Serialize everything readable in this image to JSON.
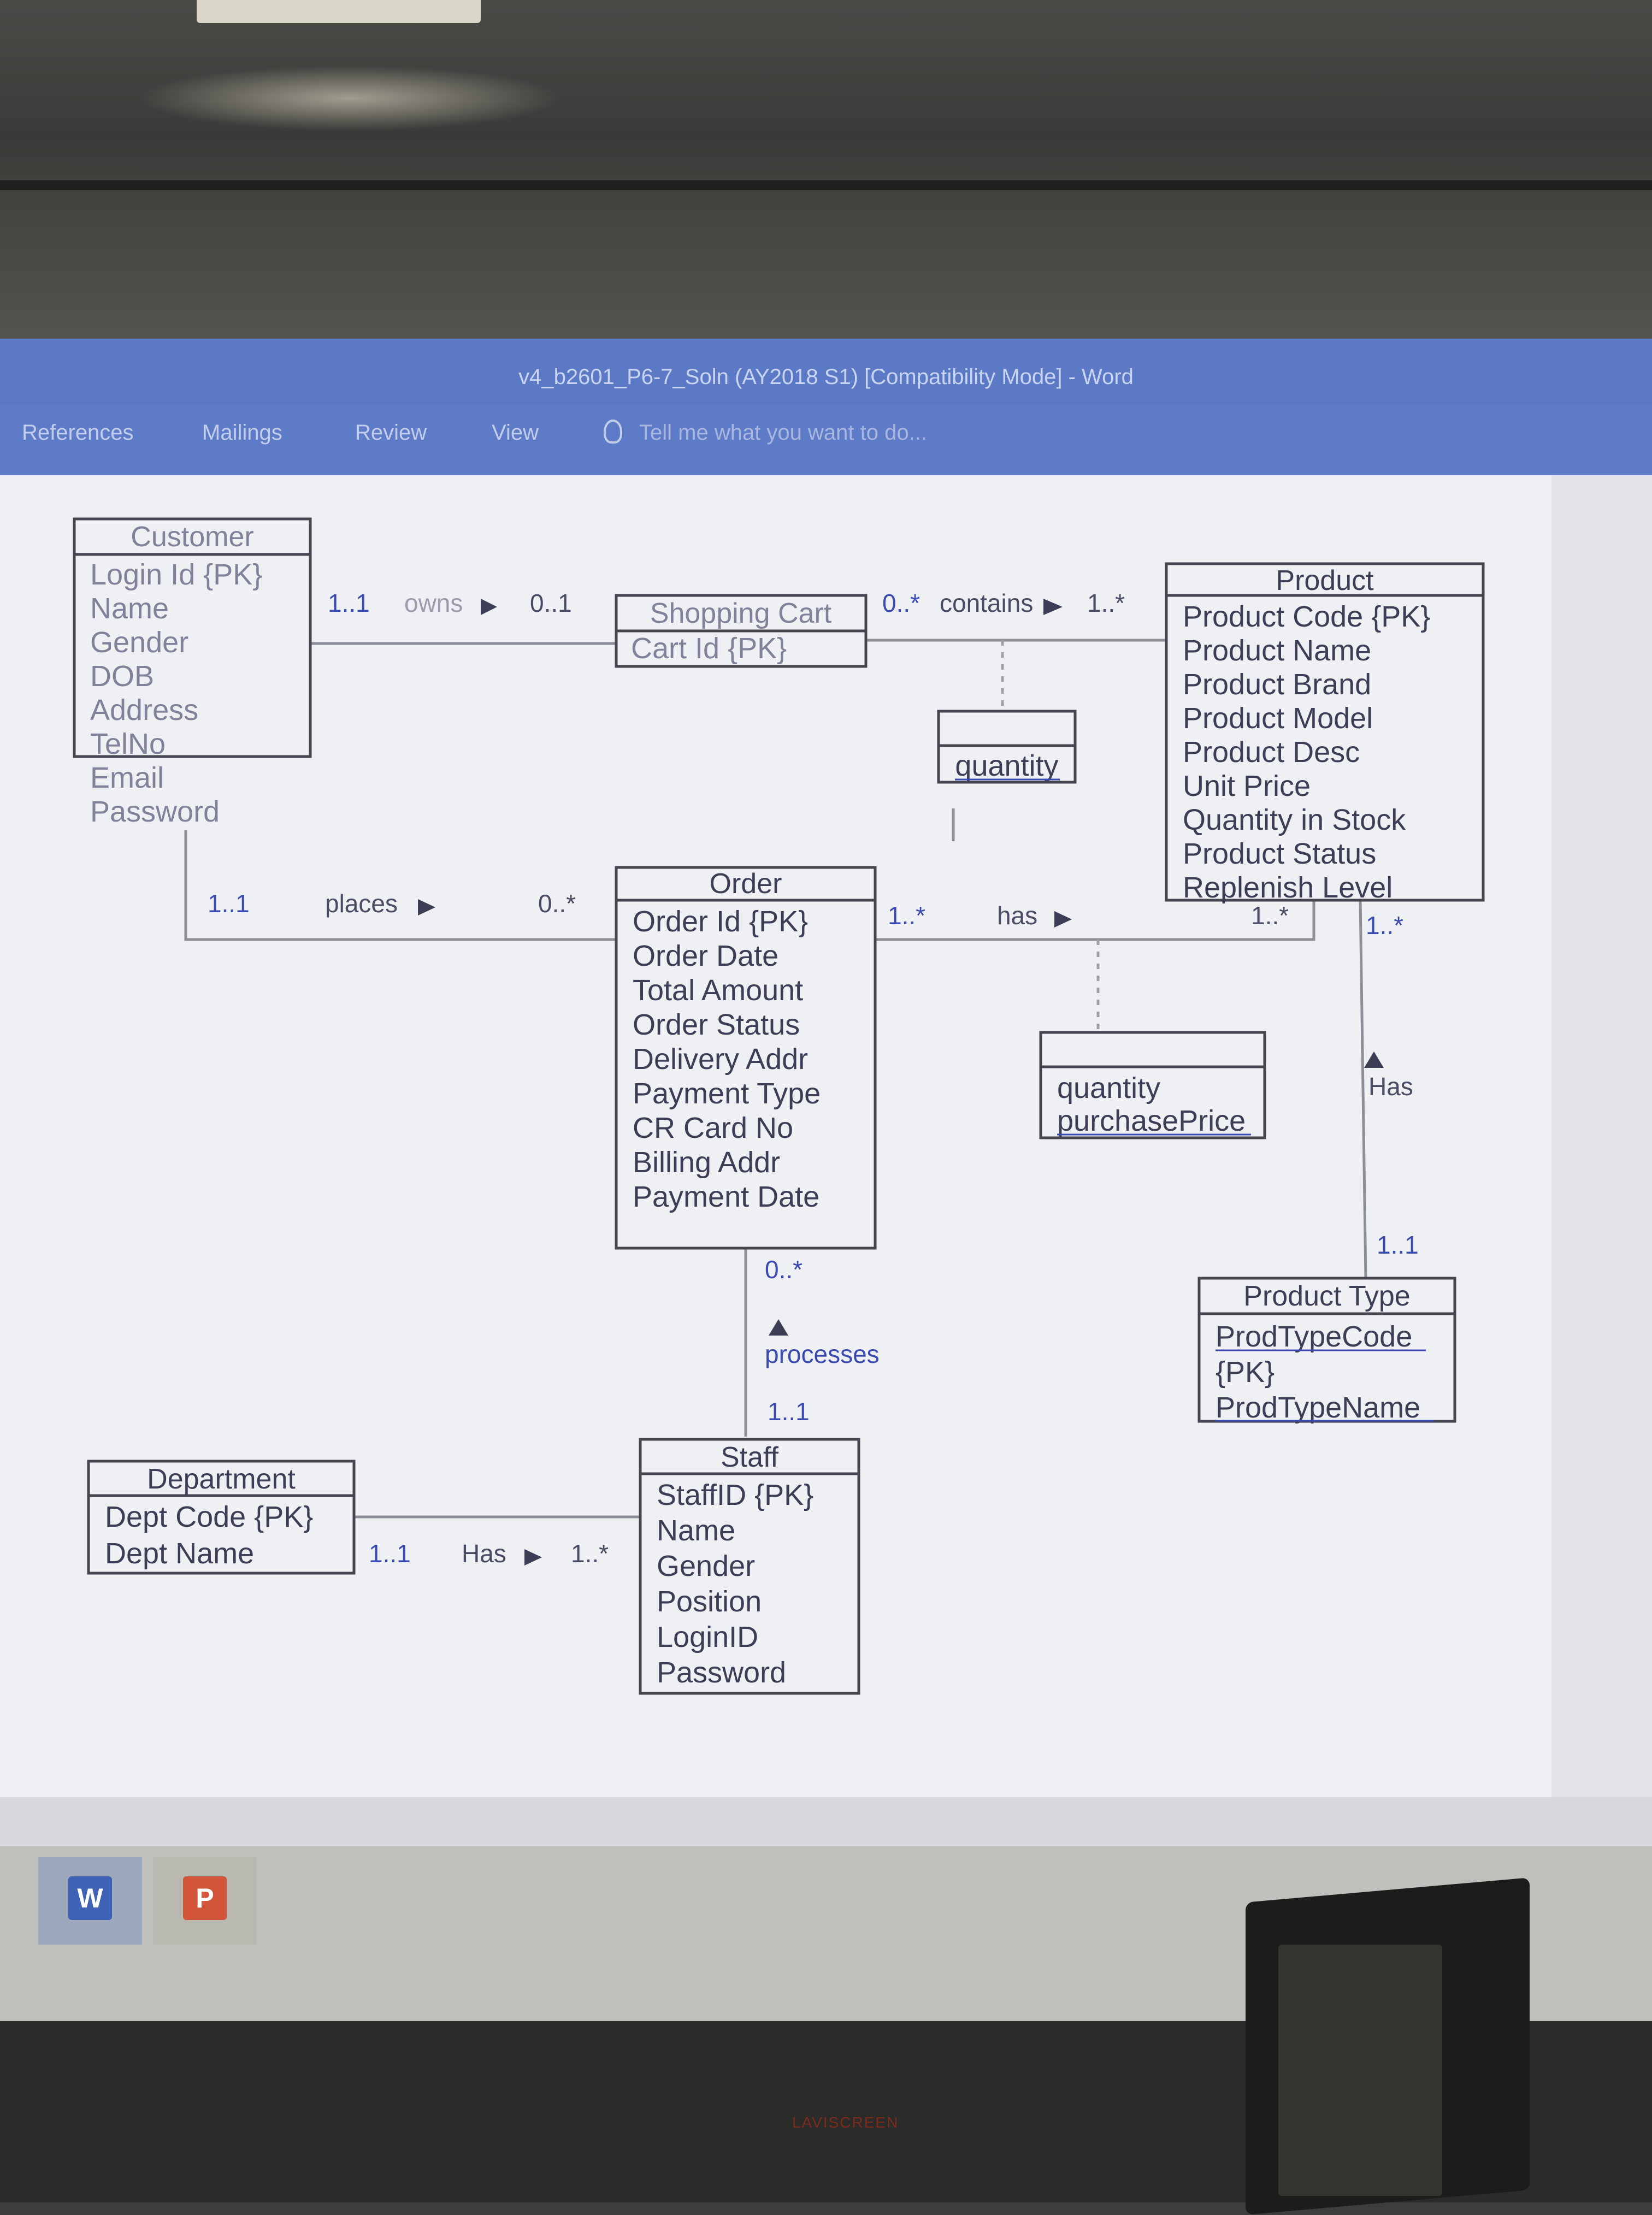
{
  "window": {
    "title": "v4_b2601_P6-7_Soln (AY2018 S1) [Compatibility Mode] - Word",
    "ribbon_tabs": [
      "References",
      "Mailings",
      "Review",
      "View"
    ],
    "tell_me": "Tell me what you want to do..."
  },
  "diagram": {
    "entities": {
      "customer": {
        "title": "Customer",
        "attributes": [
          "Login Id {PK}",
          "Name",
          "Gender",
          "DOB",
          "Address",
          "TelNo",
          "Email",
          "Password"
        ]
      },
      "shopping_cart": {
        "title": "Shopping Cart",
        "attributes": [
          "Cart Id {PK}"
        ]
      },
      "product": {
        "title": "Product",
        "attributes": [
          "Product Code {PK}",
          "Product Name",
          "Product Brand",
          "Product Model",
          "Product Desc",
          "Unit Price",
          "Quantity in Stock",
          "Product Status",
          "Replenish Level"
        ]
      },
      "contains_attr": {
        "title": "",
        "attributes": [
          "quantity"
        ]
      },
      "order": {
        "title": "Order",
        "attributes": [
          "Order Id {PK}",
          "Order Date",
          "Total Amount",
          "Order Status",
          "Delivery Addr",
          "Payment Type",
          "CR Card No",
          "Billing Addr",
          "Payment Date"
        ]
      },
      "has_attr": {
        "title": "",
        "attributes": [
          "quantity",
          "purchasePrice"
        ]
      },
      "product_type": {
        "title": "Product Type",
        "attributes": [
          "ProdTypeCode",
          "{PK}",
          "ProdTypeName"
        ]
      },
      "department": {
        "title": "Department",
        "attributes": [
          "Dept Code {PK}",
          "Dept Name"
        ]
      },
      "staff": {
        "title": "Staff",
        "attributes": [
          "StaffID {PK}",
          "Name",
          "Gender",
          "Position",
          "LoginID",
          "Password"
        ]
      }
    },
    "relationships": {
      "owns": {
        "label": "owns",
        "left_mult": "1..1",
        "right_mult": "0..1"
      },
      "contains": {
        "label": "contains",
        "left_mult": "0..*",
        "right_mult": "1..*"
      },
      "places": {
        "label": "places",
        "left_mult": "1..1",
        "right_mult": "0..*"
      },
      "order_has": {
        "label": "has",
        "left_mult": "1..*",
        "right_mult": "1..*"
      },
      "type_has": {
        "label": "Has",
        "top_mult": "1..*",
        "bottom_mult": "1..1"
      },
      "processes": {
        "label": "processes",
        "top_mult": "0..*",
        "bottom_mult": "1..1"
      },
      "dept_has": {
        "label": "Has",
        "left_mult": "1..1",
        "right_mult": "1..*"
      }
    }
  },
  "taskbar": {
    "apps": [
      {
        "name": "Word",
        "glyph": "W",
        "color": "#3f62b5"
      },
      {
        "name": "PowerPoint",
        "glyph": "P",
        "color": "#d2553a"
      }
    ]
  },
  "monitor_brand": "LAVISCREEN"
}
